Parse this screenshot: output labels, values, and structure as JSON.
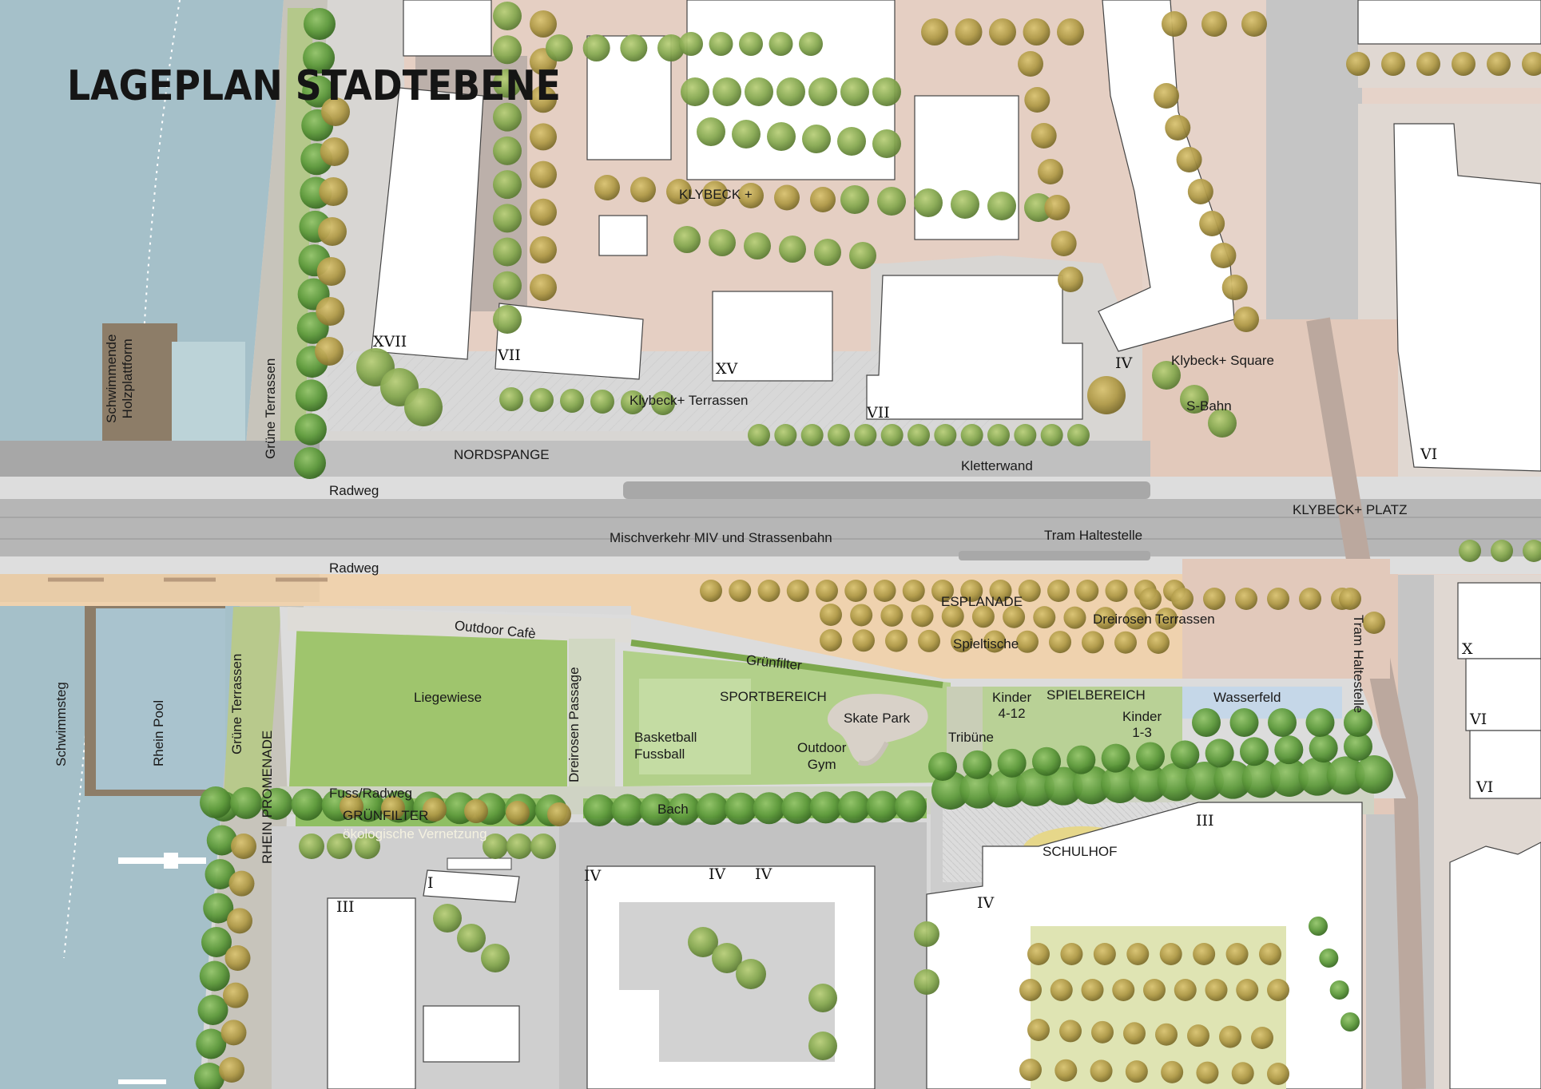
{
  "title": "LAGEPLAN STADTEBENE",
  "colors": {
    "water": "#a8c3cc",
    "water_light": "#c3d6da",
    "road": "#c7c7c7",
    "road_dark": "#b8b8b8",
    "sidewalk": "#dcdcdc",
    "plaza_pink": "#e6cfc4",
    "esplanade": "#efd2ae",
    "lawn": "#9ec66e",
    "lawn_light": "#c4dca0",
    "tree_green": "#88ad56",
    "tree_olive": "#b3a046",
    "building": "#ffffff",
    "building_outline": "#3a3a3a",
    "playfield_blue": "#c6d8e8",
    "schoolyard_yellow": "#e8d98a"
  },
  "labels": {
    "klybeck_plus": "KLYBECK +",
    "klybeck_terrassen": "Klybeck+ Terrassen",
    "klybeck_square": "Klybeck+ Square",
    "s_bahn": "S-Bahn",
    "nordspange": "NORDSPANGE",
    "kletterwand": "Kletterwand",
    "radweg_north": "Radweg",
    "radweg_south": "Radweg",
    "mischverkehr": "Mischverkehr MIV und Strassenbahn",
    "tram_haltestelle_h": "Tram Haltestelle",
    "klybeck_platz": "KLYBECK+ PLATZ",
    "esplanade": "ESPLANADE",
    "dreirosen_terrassen": "Dreirosen Terrassen",
    "spieltische": "Spieltische",
    "outdoor_cafe": "Outdoor Cafè",
    "gruenfilter_diag": "Grünfilter",
    "liegewiese": "Liegewiese",
    "sportbereich": "SPORTBEREICH",
    "skate_park": "Skate Park",
    "basketball_fussball": "Basketball\nFussball",
    "outdoor_gym": "Outdoor\nGym",
    "tribuene": "Tribüne",
    "kinder_4_12": "Kinder\n4-12",
    "spielbereich": "SPIELBEREICH",
    "kinder_1_3": "Kinder\n1-3",
    "wasserfeld": "Wasserfeld",
    "tram_haltestelle_v": "Tram Haltestelle",
    "dreirosen_passage": "Dreirosen Passage",
    "fuss_radweg": "Fuss/Radweg",
    "gruenfilter_caps": "GRÜNFILTER",
    "oekologische_vernetzung": "ökologische Vernetzung",
    "bach": "Bach",
    "schulhof": "SCHULHOF",
    "schwimmende_holzplattform": "Schwimmende\nHolzplattform",
    "gruene_terrassen_north": "Grüne Terrassen",
    "gruene_terrassen_south": "Grüne Terrassen",
    "rhein_pool": "Rhein Pool",
    "schwimmsteg": "Schwimmsteg",
    "rhein_promenade": "RHEIN PROMENADE"
  },
  "building_storeys": {
    "xvii": "XVII",
    "vii_a": "VII",
    "xv": "XV",
    "vii_b": "VII",
    "iv_north": "IV",
    "vi_east": "VI",
    "x_east": "X",
    "vi_east_2": "VI",
    "vi_east_3": "VI",
    "iii_school": "III",
    "iv_school": "IV",
    "iv_south_a": "IV",
    "iv_south_b": "IV",
    "iv_south_c": "IV",
    "i_south": "I",
    "iii_south": "III"
  }
}
